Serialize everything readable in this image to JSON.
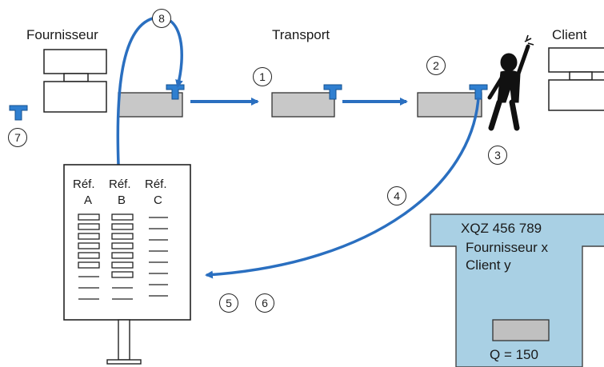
{
  "labels": {
    "supplier": "Fournisseur",
    "transport": "Transport",
    "client": "Client"
  },
  "steps": [
    "1",
    "2",
    "3",
    "4",
    "5",
    "6",
    "7",
    "8"
  ],
  "board": {
    "columns": [
      {
        "ref": "Réf.",
        "letter": "A"
      },
      {
        "ref": "Réf.",
        "letter": "B"
      },
      {
        "ref": "Réf.",
        "letter": "C"
      }
    ]
  },
  "kanban_card": {
    "code": "XQZ 456 789",
    "supplier": "Fournisseur x",
    "client": "Client y",
    "quantity": "Q = 150"
  },
  "colors": {
    "arrow": "#2a6fc0",
    "kanban": "#2f7fd0",
    "container": "#c8c8c8",
    "card": "#a9d0e4"
  }
}
